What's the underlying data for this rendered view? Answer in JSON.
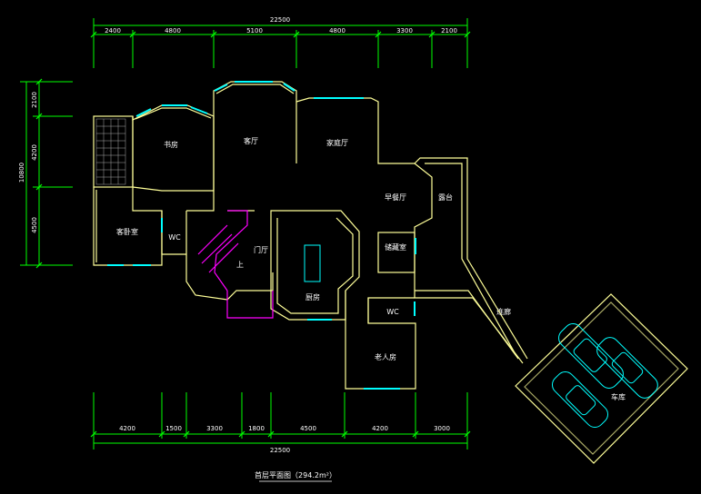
{
  "drawing": {
    "title": "首层平面图（294.2m²）",
    "top_dimensions": {
      "overall": "22500",
      "segments": [
        "2400",
        "4800",
        "5100",
        "4800",
        "3300",
        "2100"
      ]
    },
    "bottom_dimensions": {
      "overall": "22500",
      "segments": [
        "4200",
        "1500",
        "3300",
        "1800",
        "4500",
        "4200",
        "3000"
      ]
    },
    "left_dimensions": {
      "overall": "10800",
      "segments": [
        "2100",
        "4200",
        "4500"
      ]
    },
    "rooms": {
      "study": "书房",
      "living": "客厅",
      "family": "家庭厅",
      "breakfast": "早餐厅",
      "terrace": "露台",
      "guest": "客卧室",
      "wc_left": "WC",
      "foyer": "门厅",
      "stair_up": "上",
      "kitchen": "厨房",
      "storage": "储藏室",
      "wc_right": "WC",
      "maid": "老人房",
      "corridor": "连廊",
      "garage": "车库"
    },
    "colors": {
      "background": "#000000",
      "walls": "#ffff99",
      "dimensions": "#00ff00",
      "windows": "#00ffff",
      "stairs": "#ff00ff",
      "cars": "#00ffff",
      "text": "#ffffff"
    }
  }
}
